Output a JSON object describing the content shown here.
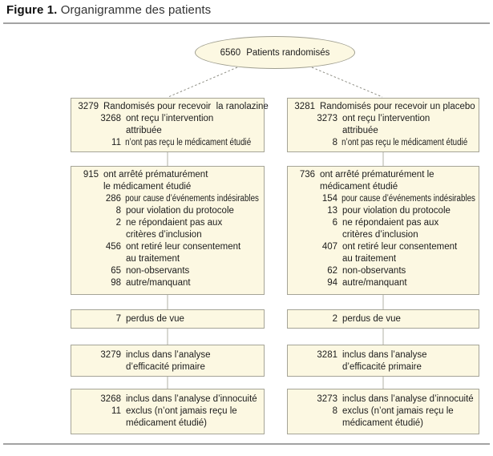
{
  "figure": {
    "label": "Figure 1.",
    "title": " Organigramme des patients"
  },
  "root_node": {
    "num": "6560",
    "text": "Patients randomisés"
  },
  "colors": {
    "box_fill": "#fcf8e2",
    "box_border": "#a5a497",
    "rule_gray": "#a3a3a3",
    "connector_gray": "#cbcbc3",
    "diagonal_gray": "#8f8f85",
    "text": "#1c1c1c"
  },
  "columns": [
    {
      "name": "ranolazine",
      "boxes": [
        {
          "lines": [
            {
              "num": "3279",
              "text": "Randomisés pour recevoir  la ranolazine"
            },
            {
              "num": "3268",
              "text": "ont reçu l’intervention"
            },
            {
              "num": "",
              "text": "attribuée"
            },
            {
              "num": "11",
              "text": "n’ont pas reçu le médicament étudié"
            }
          ]
        },
        {
          "lines": [
            {
              "num": "915",
              "text": "ont arrêté prématurément"
            },
            {
              "num": "",
              "text": "le médicament étudié"
            },
            {
              "num": "286",
              "text": "pour cause d’événements indésirables"
            },
            {
              "num": "8",
              "text": "pour violation du protocole"
            },
            {
              "num": "2",
              "text": "ne répondaient pas aux"
            },
            {
              "num": "",
              "text": "critères d’inclusion"
            },
            {
              "num": "456",
              "text": "ont retiré leur consentement"
            },
            {
              "num": "",
              "text": "au traitement"
            },
            {
              "num": "65",
              "text": "non-observants"
            },
            {
              "num": "98",
              "text": "autre/manquant"
            }
          ]
        },
        {
          "lines": [
            {
              "num": "7",
              "text": "perdus de vue"
            }
          ]
        },
        {
          "lines": [
            {
              "num": "3279",
              "text": "inclus dans l’analyse"
            },
            {
              "num": "",
              "text": "d’efficacité primaire"
            }
          ]
        },
        {
          "lines": [
            {
              "num": "3268",
              "text": "inclus dans l’analyse d’innocuité"
            },
            {
              "num": "11",
              "text": "exclus (n’ont jamais reçu le"
            },
            {
              "num": "",
              "text": "médicament étudié)"
            }
          ]
        }
      ]
    },
    {
      "name": "placebo",
      "boxes": [
        {
          "lines": [
            {
              "num": "3281",
              "text": "Randomisés pour recevoir un placebo"
            },
            {
              "num": "3273",
              "text": "ont reçu l’intervention"
            },
            {
              "num": "",
              "text": "attribuée"
            },
            {
              "num": "8",
              "text": "n’ont pas reçu le médicament étudié"
            }
          ]
        },
        {
          "lines": [
            {
              "num": "736",
              "text": "ont arrêté prématurément le"
            },
            {
              "num": "",
              "text": "médicament étudié"
            },
            {
              "num": "154",
              "text": "pour cause d’événements indésirables"
            },
            {
              "num": "13",
              "text": "pour violation du protocole"
            },
            {
              "num": "6",
              "text": "ne répondaient pas aux"
            },
            {
              "num": "",
              "text": "critères d’inclusion"
            },
            {
              "num": "407",
              "text": "ont retiré leur consentement"
            },
            {
              "num": "",
              "text": "au traitement"
            },
            {
              "num": "62",
              "text": "non-observants"
            },
            {
              "num": "94",
              "text": "autre/manquant"
            }
          ]
        },
        {
          "lines": [
            {
              "num": "2",
              "text": "perdus de vue"
            }
          ]
        },
        {
          "lines": [
            {
              "num": "3281",
              "text": "inclus dans l’analyse"
            },
            {
              "num": "",
              "text": "d’efficacité primaire"
            }
          ]
        },
        {
          "lines": [
            {
              "num": "3273",
              "text": "inclus dans l’analyse d’innocuité"
            },
            {
              "num": "8",
              "text": "exclus (n’ont jamais reçu le"
            },
            {
              "num": "",
              "text": "médicament étudié)"
            }
          ]
        }
      ]
    }
  ]
}
